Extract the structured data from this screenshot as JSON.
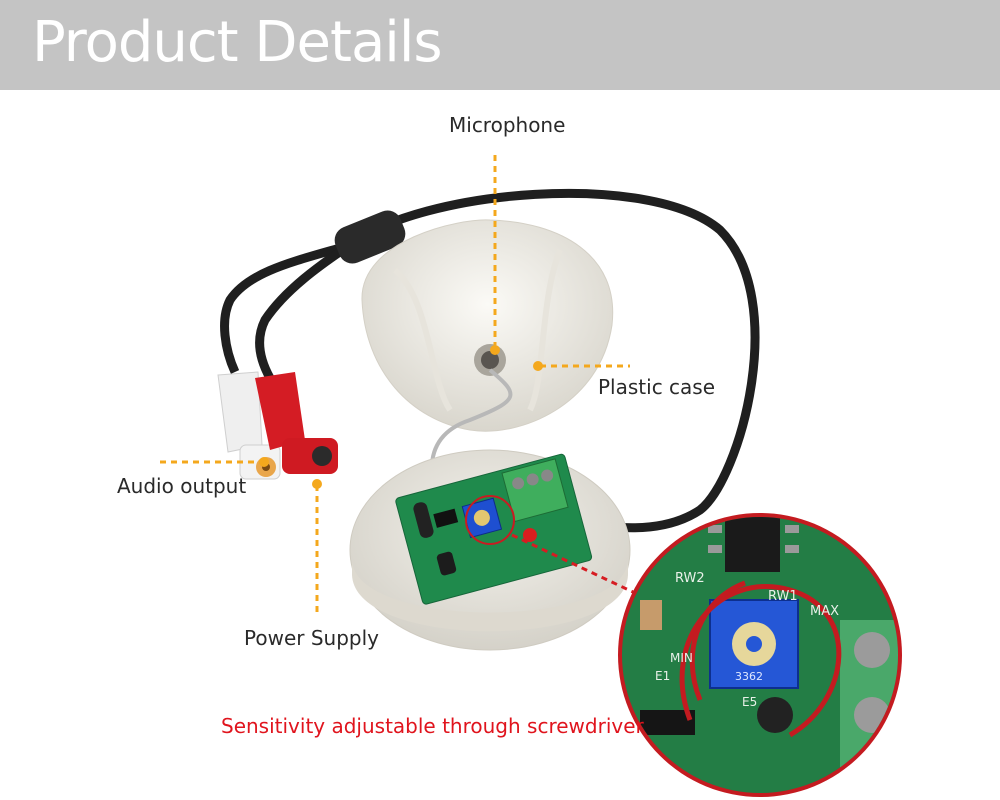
{
  "header": {
    "title": "Product Details"
  },
  "callouts": {
    "microphone": "Microphone",
    "plastic_case": "Plastic case",
    "audio_output": "Audio output",
    "power_supply": "Power Supply",
    "sensitivity": "Sensitivity adjustable through screwdriver"
  },
  "pcb_markings": {
    "rw2": "RW2",
    "rw1": "RW1",
    "max": "MAX",
    "min": "MIN",
    "e1": "E1",
    "e5": "E5",
    "pot_code": "3362"
  },
  "colors": {
    "header_bg": "#c4c4c4",
    "callout_line": "#f4a81d",
    "highlight_red": "#e0141d",
    "pcb_green": "#1f8a4c"
  }
}
